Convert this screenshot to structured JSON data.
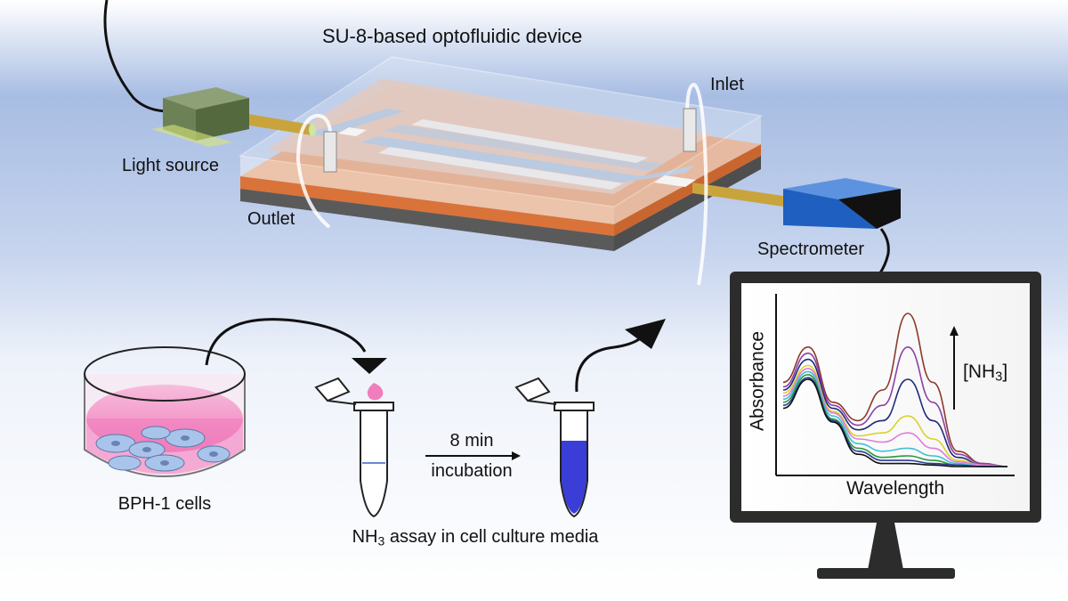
{
  "title": "SU-8-based optofluidic device",
  "labels": {
    "light_source": "Light source",
    "outlet": "Outlet",
    "inlet": "Inlet",
    "spectrometer": "Spectrometer",
    "cells": "BPH-1 cells",
    "time": "8 min",
    "incubation": "incubation",
    "assay_pre": "NH",
    "assay_sub": "3",
    "assay_post": " assay in cell culture media"
  },
  "chart": {
    "xlabel": "Wavelength",
    "ylabel": "Absorbance",
    "arrow_label_pre": "[NH",
    "arrow_label_sub": "3",
    "arrow_label_post": "]"
  },
  "colors": {
    "background_top": "#ffffff",
    "background_band": "#a8bde3",
    "copper_layer": "#e98a4f",
    "base_layer": "#6f6f6f",
    "light_source_box": "#6c8256",
    "spectrometer_box": "#1f5fbf",
    "fiber": "#c9a43d",
    "culture_media": "#f39ac8",
    "assay_blue": "#3a3ed6",
    "monitor": "#2c2c2c"
  },
  "chart_data": {
    "type": "line",
    "xlabel": "Wavelength",
    "ylabel": "Absorbance",
    "grid": false,
    "legend": "none",
    "series": [
      {
        "color": "#8b3a2a",
        "values": [
          0.55,
          0.78,
          0.42,
          0.3,
          0.5,
          1.0,
          0.55,
          0.1,
          0.02,
          0.0
        ]
      },
      {
        "color": "#8b3fa6",
        "values": [
          0.52,
          0.74,
          0.4,
          0.27,
          0.4,
          0.78,
          0.42,
          0.08,
          0.02,
          0.0
        ]
      },
      {
        "color": "#1f2a7a",
        "values": [
          0.5,
          0.7,
          0.38,
          0.24,
          0.3,
          0.57,
          0.3,
          0.06,
          0.01,
          0.0
        ]
      },
      {
        "color": "#d8d22a",
        "values": [
          0.48,
          0.66,
          0.36,
          0.2,
          0.22,
          0.33,
          0.18,
          0.04,
          0.01,
          0.0
        ]
      },
      {
        "color": "#e07ad8",
        "values": [
          0.46,
          0.64,
          0.35,
          0.18,
          0.16,
          0.22,
          0.12,
          0.03,
          0.01,
          0.0
        ]
      },
      {
        "color": "#3fc0d8",
        "values": [
          0.44,
          0.62,
          0.33,
          0.15,
          0.1,
          0.12,
          0.07,
          0.02,
          0.0,
          0.0
        ]
      },
      {
        "color": "#2a9a3a",
        "values": [
          0.42,
          0.6,
          0.31,
          0.12,
          0.06,
          0.07,
          0.04,
          0.01,
          0.0,
          0.0
        ]
      },
      {
        "color": "#2a3a9a",
        "values": [
          0.4,
          0.58,
          0.3,
          0.1,
          0.04,
          0.04,
          0.02,
          0.01,
          0.0,
          0.0
        ]
      },
      {
        "color": "#111111",
        "values": [
          0.38,
          0.57,
          0.29,
          0.08,
          0.02,
          0.02,
          0.01,
          0.0,
          0.0,
          0.0
        ]
      }
    ]
  }
}
